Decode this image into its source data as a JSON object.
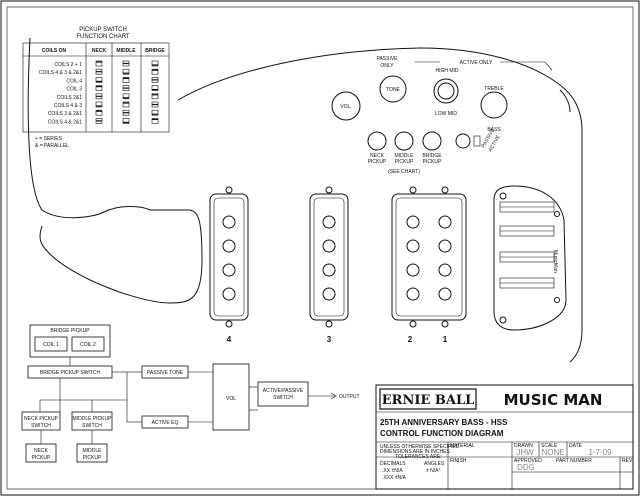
{
  "chart": {
    "title_line1": "PICKUP SWITCH",
    "title_line2": "FUNCTION CHART",
    "headers": [
      "COILS ON",
      "NECK",
      "MIDDLE",
      "BRIDGE"
    ],
    "rows": [
      "COILS 2 + 1",
      "COILS 4 & 3 & 2&1",
      "COIL 4",
      "COIL 3",
      "COILS 2&1",
      "COILS 4 & 3",
      "COILS 3 & 2&1",
      "COILS 4 & 2&1"
    ],
    "legend_series": "+ = SERIES",
    "legend_parallel": "& = PARALLEL"
  },
  "controls": {
    "passive_only_1": "PASSIVE",
    "passive_only_2": "ONLY",
    "active_only": "ACTIVE ONLY",
    "vol": "VOL.",
    "tone": "TONE",
    "high_mid": "HIGH MID",
    "low_mid": "LOW MID",
    "treble": "TREBLE",
    "bass": "BASS",
    "neck_1": "NECK",
    "neck_2": "PICKUP",
    "middle_1": "MIDDLE",
    "middle_2": "PICKUP",
    "bridge_1": "BRIDGE",
    "bridge_2": "PICKUP",
    "see_chart": "(SEE CHART)",
    "passive": "PASSIVE",
    "active": "ACTIVE"
  },
  "pickups": {
    "label_4": "4",
    "label_3": "3",
    "label_2": "2",
    "label_1": "1",
    "bridge_logo": "MusicMan"
  },
  "block": {
    "bridge_pickup": "BRIDGE PICKUP",
    "coil1": "COIL 1",
    "coil2": "COIL 2",
    "bridge_switch": "BRIDGE PICKUP SWITCH",
    "passive_tone": "PASSIVE TONE",
    "vol": "VOL",
    "active_passive_1": "ACTIVE/PASSIVE",
    "active_passive_2": "SWITCH",
    "output": "OUTPUT",
    "active_eq": "ACTIVE EQ",
    "neck_switch_1": "NECK PICKUP",
    "neck_switch_2": "SWITCH",
    "middle_switch_1": "MIDDLE PICKUP",
    "middle_switch_2": "SWITCH",
    "neck_pickup_1": "NECK",
    "neck_pickup_2": "PICKUP",
    "middle_pickup_1": "MIDDLE",
    "middle_pickup_2": "PICKUP"
  },
  "title_block": {
    "brand1": "ERNIE BALL",
    "brand2": "MUSIC MAN",
    "title1": "25TH ANNIVERSARY BASS - HSS",
    "title2": "CONTROL FUNCTION DIAGRAM",
    "notes1": "UNLESS OTHERWISE SPECIFIED",
    "notes2": "DIMENSIONS ARE IN INCHES",
    "notes3": "TOLERANCES ARE:",
    "decimals": "DECIMALS",
    "angles": "ANGLES",
    "tol1": ".XX ±N/A",
    "tol2": ".XXX ±N/A",
    "tol3": "± N/A°",
    "material": "MATERIAL",
    "finish": "FINISH",
    "drawn": "DRAWN",
    "drawn_val": "JHW",
    "scale": "SCALE",
    "scale_val": "NONE",
    "date": "DATE",
    "date_val": "1-7-09",
    "approved": "APPROVED",
    "approved_val": "DDG",
    "part_number": "PART NUMBER",
    "rev": "REV"
  }
}
